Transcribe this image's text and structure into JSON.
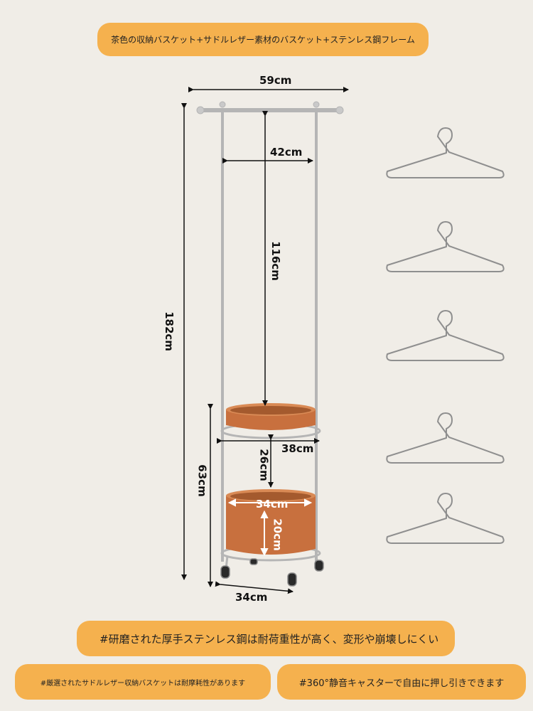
{
  "banner": {
    "text": "茶色の収納バスケット+サドルレザー素材のバスケット+ステンレス鋼フレーム"
  },
  "dimensions": {
    "top_width": "59cm",
    "inner_width": "42cm",
    "inner_height": "116cm",
    "total_height": "182cm",
    "upper_basket_width": "38cm",
    "basket_gap": "26cm",
    "lower_height": "63cm",
    "lower_basket_width": "34cm",
    "lower_basket_height": "20cm",
    "base_width": "34cm"
  },
  "features": {
    "f1": "#研磨された厚手ステンレス鋼は耐荷重性が高く、変形や崩壊しにくい",
    "f2": "#厳選されたサドルレザー収納バスケットは耐摩耗性があります",
    "f3": "#360°静音キャスターで自由に押し引きできます"
  },
  "icons": [
    "hanger-icon",
    "hanger-icon",
    "hanger-icon",
    "hanger-icon",
    "hanger-icon"
  ],
  "colors": {
    "accent": "#f5b14e",
    "basket": "#c8703e",
    "frame": "#b9b9b9",
    "background": "#f0ede7"
  }
}
